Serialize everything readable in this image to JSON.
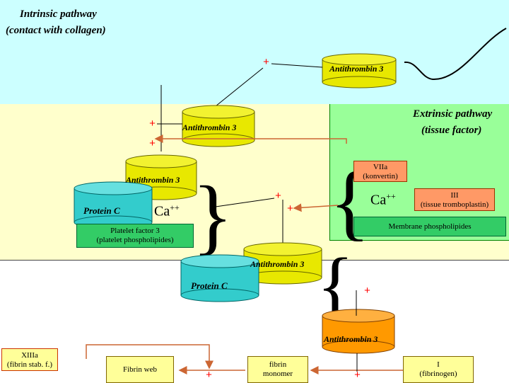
{
  "labels": {
    "intrinsic_line1": "Intrinsic pathway",
    "intrinsic_line2": "(contact with collagen)",
    "extrinsic_line1": "Extrinsic pathway",
    "extrinsic_line2": "(tissue factor)",
    "at3_top_right": "Antithrombin 3",
    "at3_mid": "Antithrombin 3",
    "at3_left": "Antithrombin 3",
    "at3_center": "Antithrombin 3",
    "at3_bottom": "Antithrombin 3",
    "protein_c_left": "Protein C",
    "protein_c_center": "Protein C",
    "ca_left": "Ca",
    "ca_left_sup": "++",
    "ca_right": "Ca",
    "ca_right_sup": "++",
    "platelet_factor_line1": "Platelet factor 3",
    "platelet_factor_line2": "(platelet phospholipides)",
    "viia_line1": "VIIa",
    "viia_line2": "(konvertin)",
    "iii_line1": "III",
    "iii_line2": "(tissue tromboplastin)",
    "membrane_phospholipides": "Membrane phospholipides",
    "xiiia_line1": "XIIIa",
    "xiiia_line2": "(fibrin stab. f.)",
    "fibrin_web": "Fibrin web",
    "fibrin_monomer_line1": "fibrin",
    "fibrin_monomer_line2": "monomer",
    "i_line1": "I",
    "i_line2": "(fibrinogen)",
    "plus": "+"
  },
  "colors": {
    "intrinsic_bg": "#ccffff",
    "common_bg": "#ffffcc",
    "extrinsic_bg": "#99ff99",
    "cylinder_yellow": "#e8e800",
    "cylinder_cyan": "#33cccc",
    "cylinder_orange": "#ff9900",
    "arrow_red": "#cc6633",
    "plus_red": "#ff0000",
    "box_orange": "#ff9966",
    "box_green": "#33cc66",
    "box_yellow": "#ffff99"
  }
}
